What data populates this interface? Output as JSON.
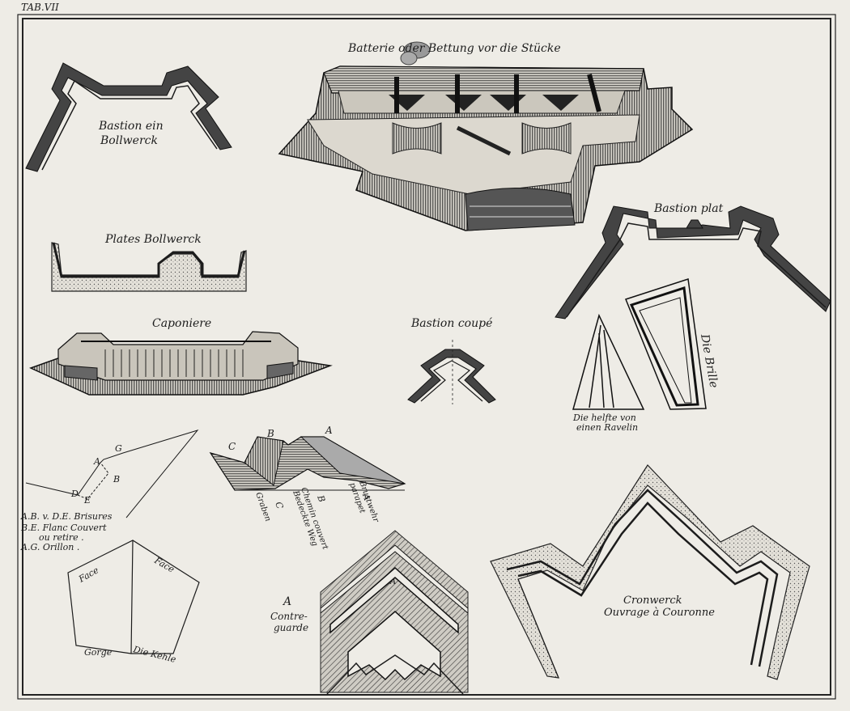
{
  "plate_number": "TAB.VII",
  "figures": {
    "bastion_ein": {
      "line1": "Bastion ein",
      "line2": "Bollwerck"
    },
    "batterie": {
      "title": "Batterie oder Bettung vor die Stücke"
    },
    "bastion_plat": {
      "title": "Bastion plat"
    },
    "plates_bollwerck": {
      "title": "Plates Bollwerck"
    },
    "caponiere": {
      "title": "Caponiere"
    },
    "bastion_coupe": {
      "title": "Bastion coupé"
    },
    "die_brille": {
      "title": "Die Brille"
    },
    "ravelin": {
      "line1": "Die helfte von",
      "line2": "einen Ravelin"
    },
    "brisures": {
      "point_g": "G",
      "point_a": "A",
      "point_b": "B",
      "point_d": "D",
      "point_e": "E",
      "legend1": "A.B. v. D.E. Brisures",
      "legend2": "B.E. Flanc Couvert",
      "legend3": "ou retire .",
      "legend4": "A.G. Orillon ."
    },
    "profile": {
      "point_a": "A",
      "point_b": "B",
      "point_c": "C",
      "cap_a": "A",
      "a_line1": "Brustwehr",
      "a_line2": "parapet",
      "cap_b": "B",
      "b_line1": "Chemin couvert",
      "b_line2": "Bedeckte Weg",
      "cap_c": "C",
      "c_line1": "Graben"
    },
    "gorge": {
      "face_left": "Face",
      "face_right": "Face",
      "gorge": "Gorge",
      "kehle": "Die Kehle"
    },
    "contreguarde": {
      "letter": "A",
      "marker": "A",
      "line1": "Contre-",
      "line2": "guarde"
    },
    "cronwerck": {
      "line1": "Cronwerck",
      "line2": "Ouvrage à Couronne"
    }
  }
}
